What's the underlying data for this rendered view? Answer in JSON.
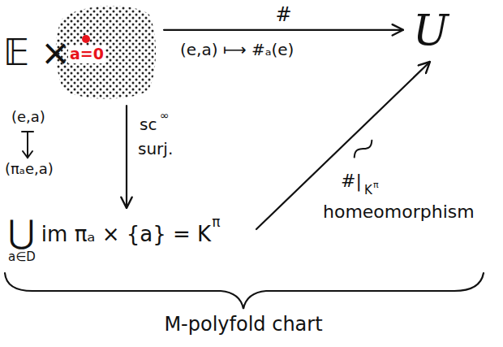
{
  "diagram": {
    "nodes": [
      {
        "text": [
          "𝔼 ×"
        ]
      },
      {
        "text": [
          "a=0"
        ],
        "in": 0
      },
      {
        "text": [
          "U"
        ]
      },
      {
        "text": [
          "⋃",
          "a∈D",
          "im πₐ × {a} = K",
          "π"
        ]
      }
    ],
    "edges": [
      {
        "from": 0,
        "to": 2,
        "arrow": "to",
        "label": "#"
      },
      {
        "from": 0,
        "to": 3,
        "arrow": "to"
      },
      {
        "from": 3,
        "to": 2,
        "arrow": "to"
      }
    ],
    "labels": [
      "(e,a) ⟼ #ₐ(e)",
      "(e,a)",
      "(πₐe,a)",
      "sc",
      "∞",
      "surj.",
      "#|",
      "K",
      "π",
      "homeomorphism",
      "M-polyfold chart"
    ]
  }
}
